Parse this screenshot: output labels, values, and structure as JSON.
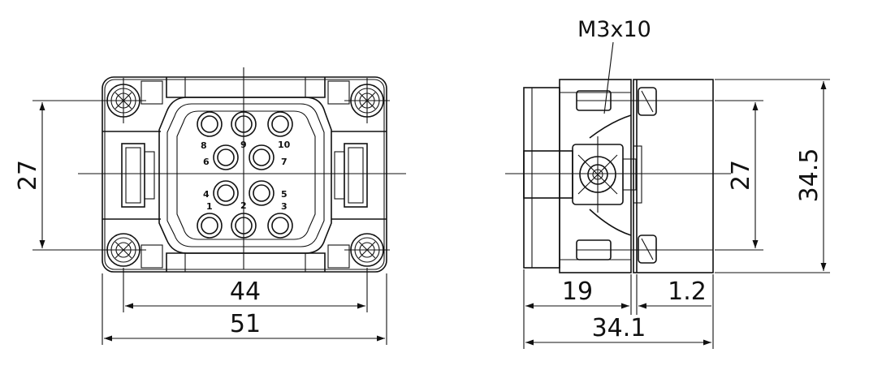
{
  "front_view": {
    "dimensions": {
      "height_hole_spacing": "27",
      "width_hole_spacing": "44",
      "overall_width": "51"
    },
    "pins": [
      {
        "label": "8"
      },
      {
        "label": "9"
      },
      {
        "label": "10"
      },
      {
        "label": "6"
      },
      {
        "label": "7"
      },
      {
        "label": "4"
      },
      {
        "label": "5"
      },
      {
        "label": "1"
      },
      {
        "label": "2"
      },
      {
        "label": "3"
      }
    ]
  },
  "side_view": {
    "screw_callout": "M3x10",
    "dimensions": {
      "hole_spacing": "27",
      "overall_height": "34.5",
      "left_depth": "19",
      "flange": "1.2",
      "overall_depth": "34.1"
    }
  }
}
